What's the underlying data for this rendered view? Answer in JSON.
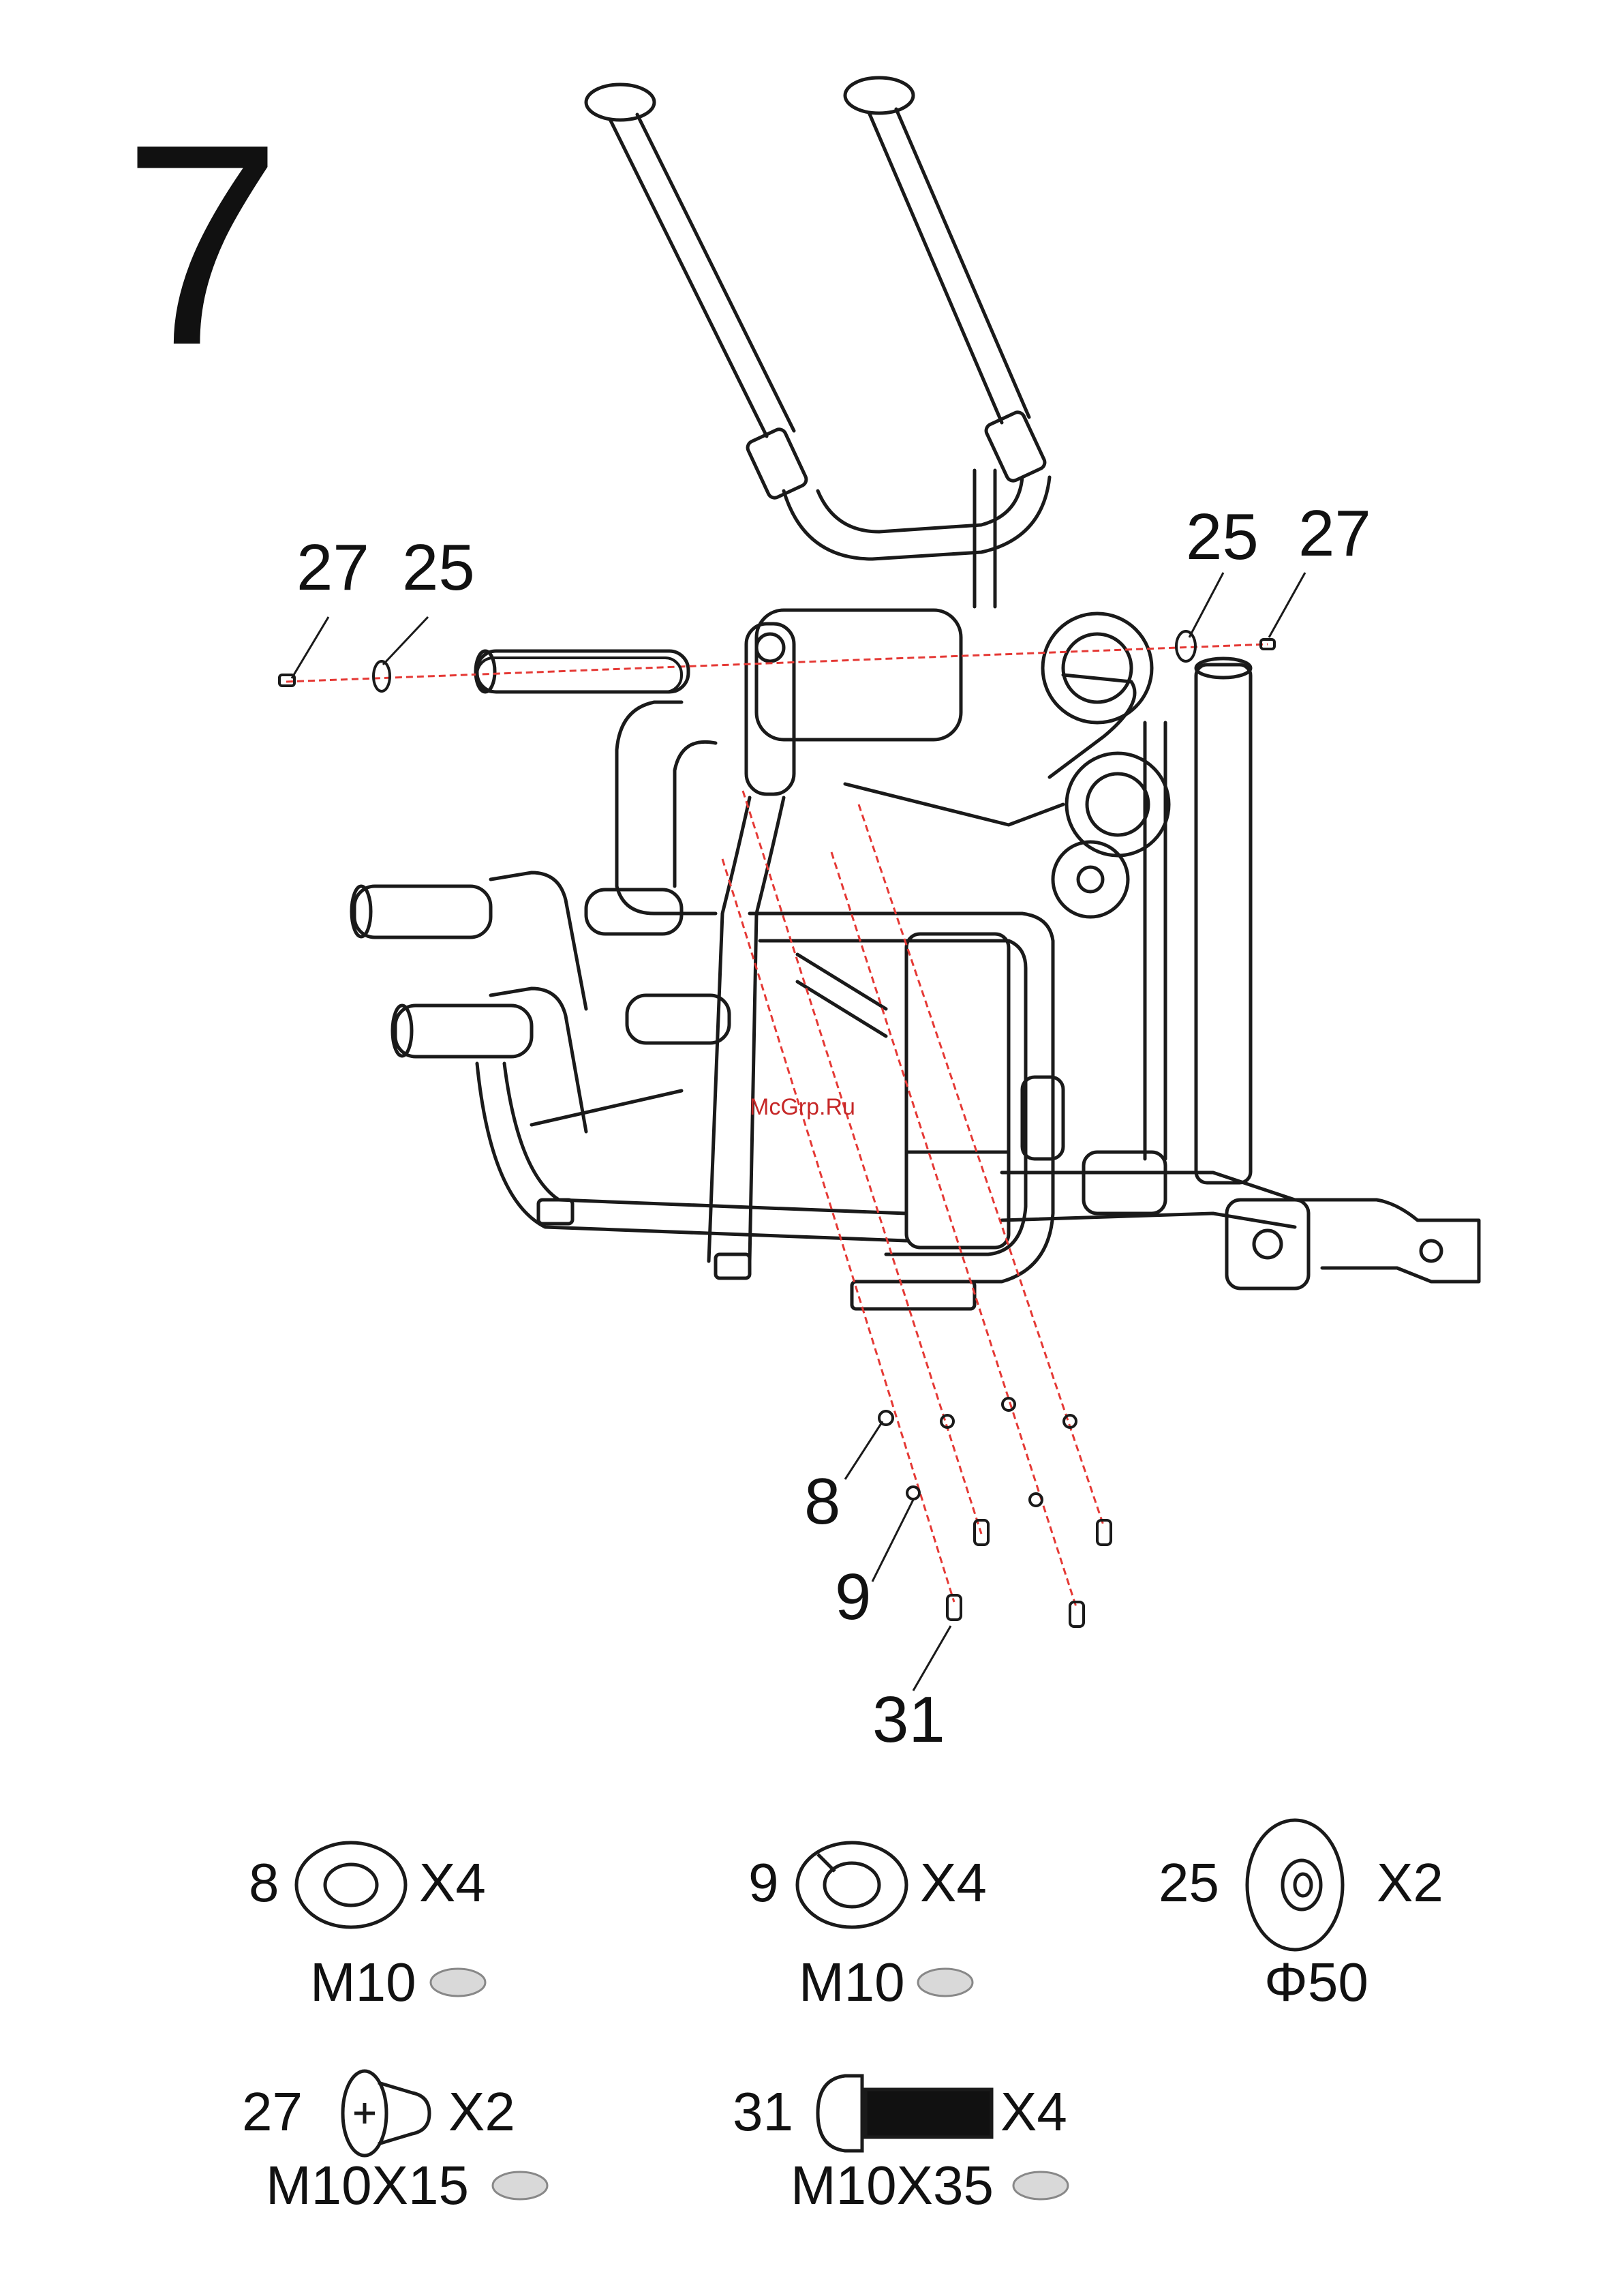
{
  "step": {
    "number": "7"
  },
  "watermark": "McGrp.Ru",
  "callouts": {
    "left_27": "27",
    "left_25": "25",
    "right_25": "25",
    "right_27": "27",
    "washer_8": "8",
    "washer_9": "9",
    "bolt_31": "31"
  },
  "parts": [
    {
      "id": "8",
      "qty": "X4",
      "size": "M10"
    },
    {
      "id": "9",
      "qty": "X4",
      "size": "M10"
    },
    {
      "id": "25",
      "qty": "X2",
      "size": "Φ50"
    },
    {
      "id": "27",
      "qty": "X2",
      "size": "M10X15"
    },
    {
      "id": "31",
      "qty": "X4",
      "size": "M10X35"
    }
  ],
  "colors": {
    "line": "#1a1a1a",
    "guide": "#e53935",
    "oval_fill": "#d9d9d9",
    "bolt_fill": "#111111"
  }
}
